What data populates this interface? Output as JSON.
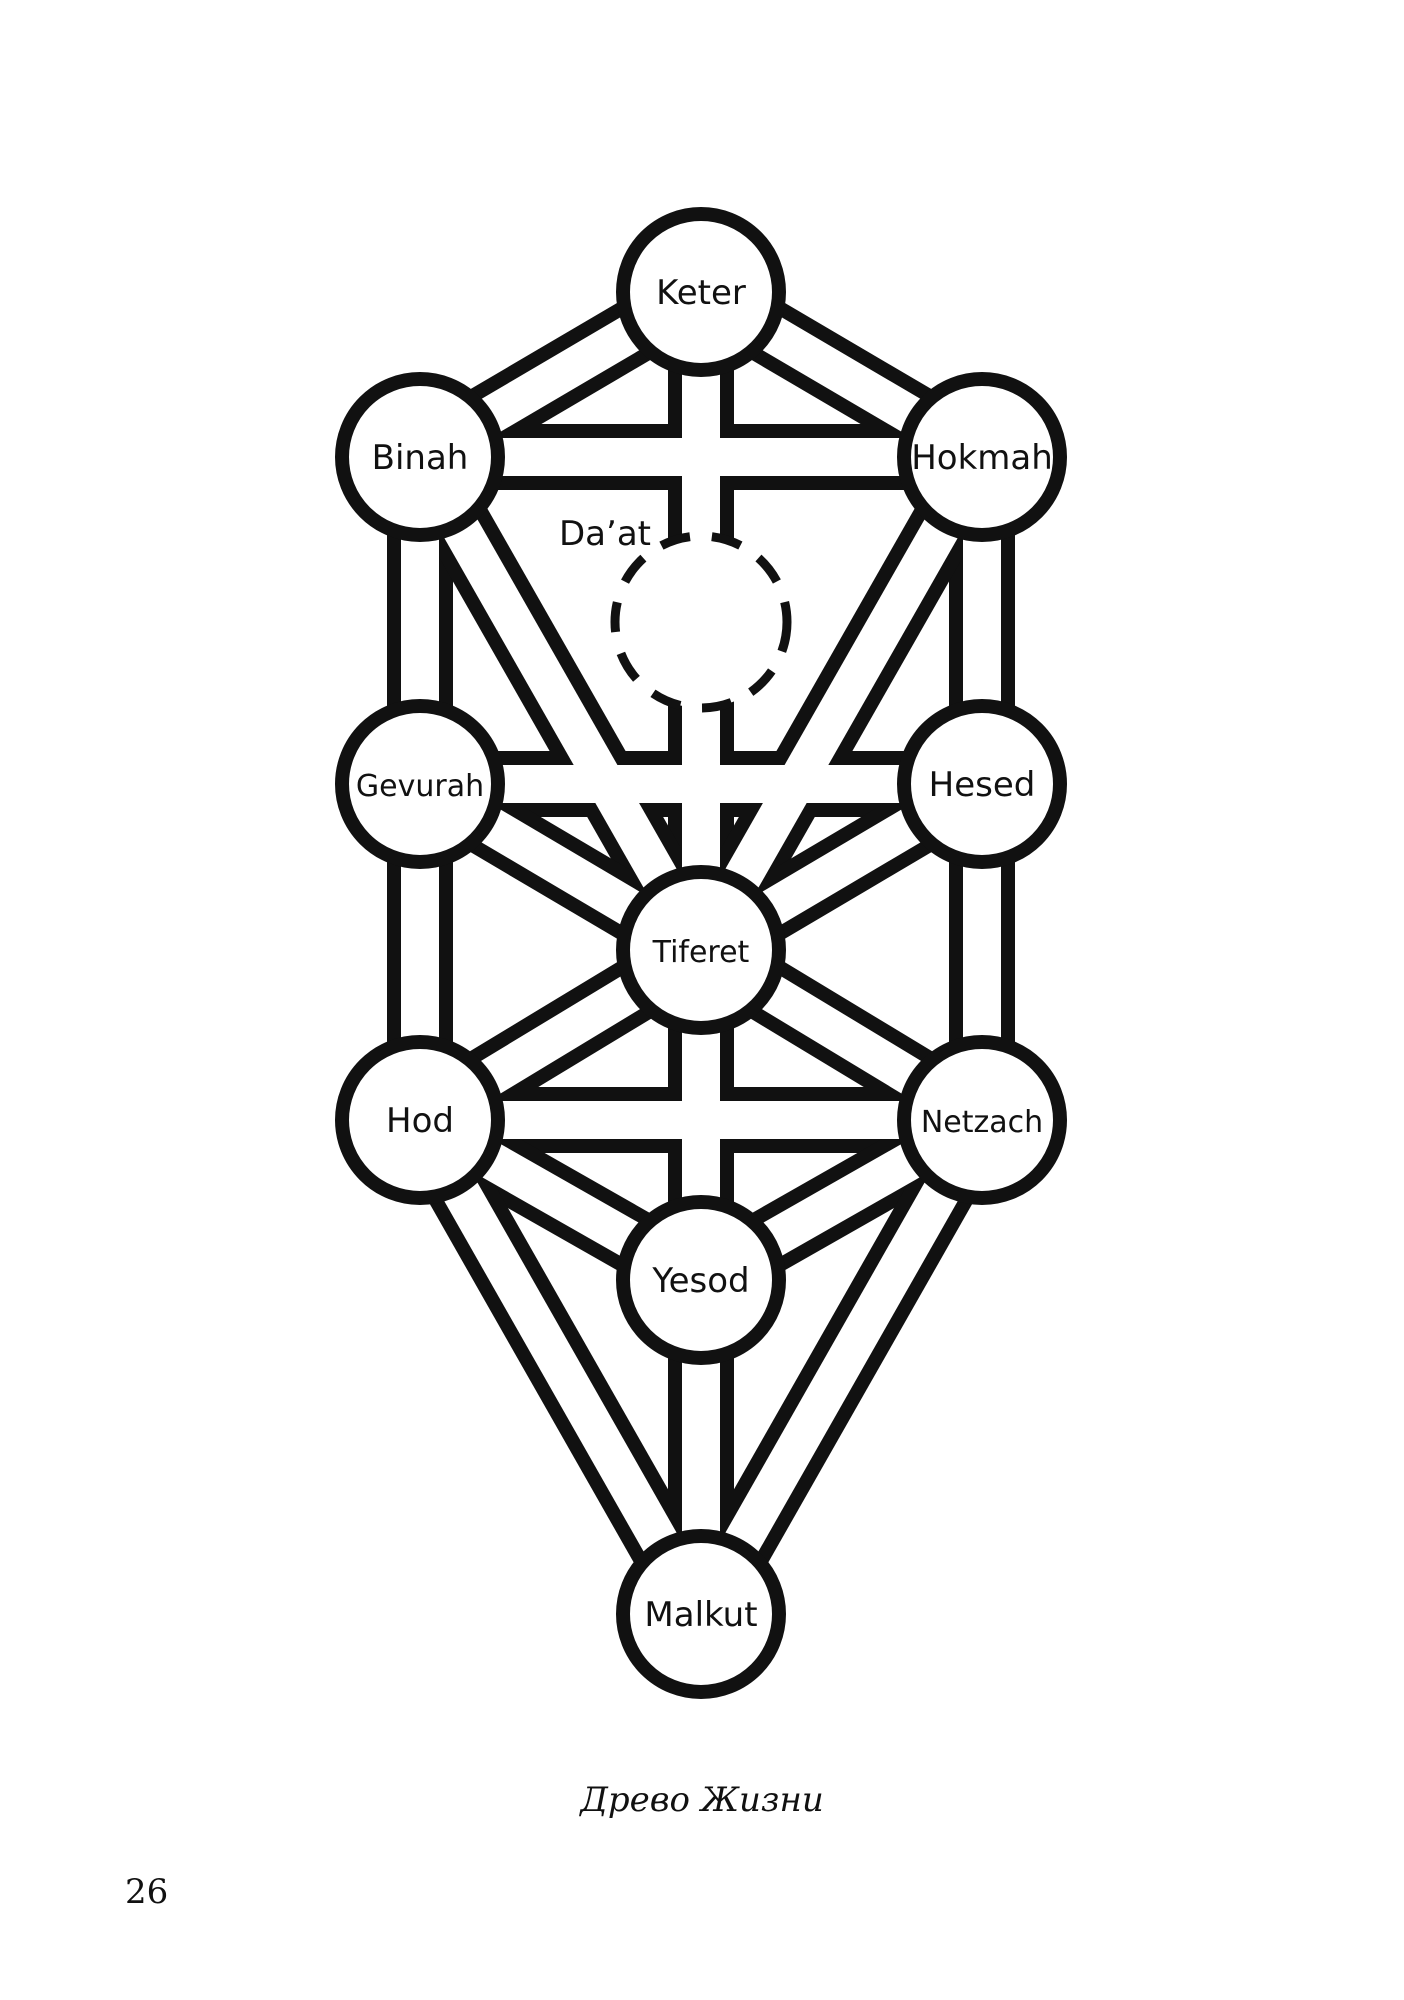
{
  "diagram": {
    "caption": "Древо Жизни",
    "stroke_color": "#111111",
    "fill_color": "#ffffff",
    "sephirot": [
      {
        "id": "keter",
        "label": "Keter"
      },
      {
        "id": "binah",
        "label": "Binah"
      },
      {
        "id": "hokmah",
        "label": "Hokmah"
      },
      {
        "id": "gevurah",
        "label": "Gevurah"
      },
      {
        "id": "hesed",
        "label": "Hesed"
      },
      {
        "id": "tiferet",
        "label": "Tiferet"
      },
      {
        "id": "hod",
        "label": "Hod"
      },
      {
        "id": "netzach",
        "label": "Netzach"
      },
      {
        "id": "yesod",
        "label": "Yesod"
      },
      {
        "id": "malkut",
        "label": "Malkut"
      }
    ],
    "daat": {
      "label": "Da’at"
    },
    "paths": [
      [
        "keter",
        "binah"
      ],
      [
        "keter",
        "hokmah"
      ],
      [
        "keter",
        "tiferet"
      ],
      [
        "binah",
        "hokmah"
      ],
      [
        "binah",
        "gevurah"
      ],
      [
        "binah",
        "tiferet"
      ],
      [
        "hokmah",
        "hesed"
      ],
      [
        "hokmah",
        "tiferet"
      ],
      [
        "gevurah",
        "hesed"
      ],
      [
        "gevurah",
        "tiferet"
      ],
      [
        "gevurah",
        "hod"
      ],
      [
        "hesed",
        "tiferet"
      ],
      [
        "hesed",
        "netzach"
      ],
      [
        "tiferet",
        "hod"
      ],
      [
        "tiferet",
        "netzach"
      ],
      [
        "tiferet",
        "yesod"
      ],
      [
        "hod",
        "netzach"
      ],
      [
        "hod",
        "yesod"
      ],
      [
        "hod",
        "malkut"
      ],
      [
        "netzach",
        "yesod"
      ],
      [
        "netzach",
        "malkut"
      ],
      [
        "yesod",
        "malkut"
      ]
    ]
  },
  "page": {
    "number": "26"
  }
}
